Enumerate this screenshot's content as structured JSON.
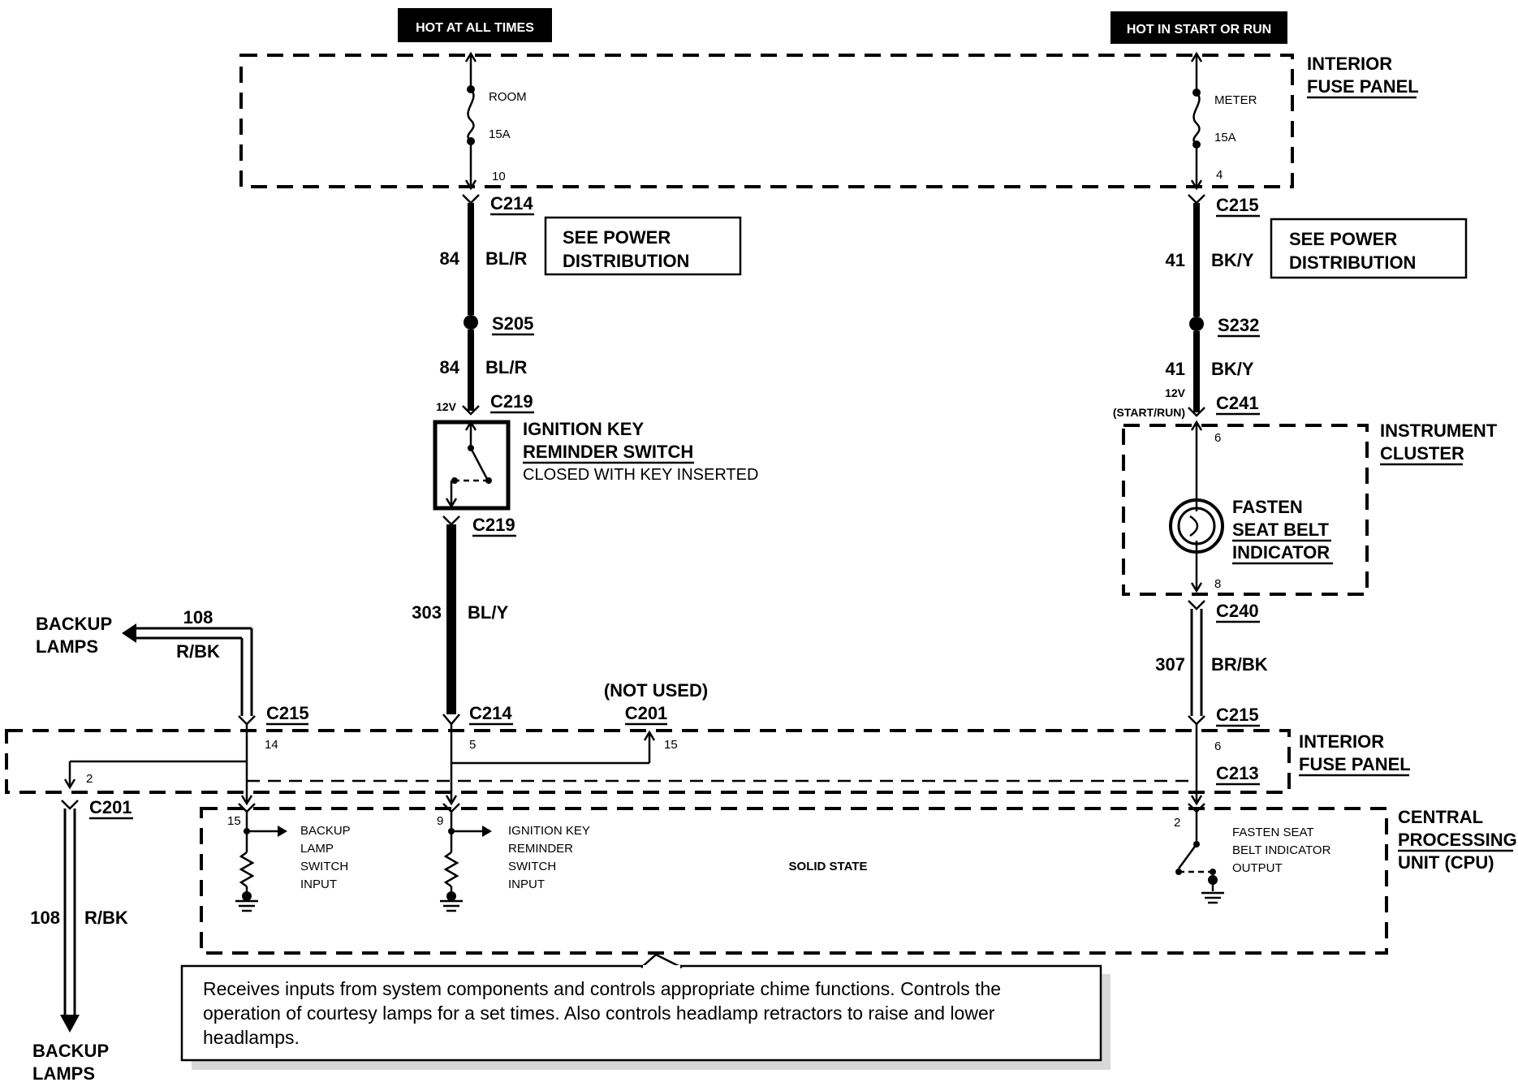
{
  "header": {
    "left_tag": "HOT AT ALL TIMES",
    "right_tag": "HOT IN START OR RUN"
  },
  "top_fuse_panel": {
    "title_1": "INTERIOR",
    "title_2": "FUSE PANEL",
    "left_fuse": {
      "name": "ROOM",
      "rating": "15A",
      "pin": "10"
    },
    "right_fuse": {
      "name": "METER",
      "rating": "15A",
      "pin": "4"
    }
  },
  "left_circuit": {
    "c214_top": "C214",
    "wire_84_a": "84",
    "color_bl_r_a": "BL/R",
    "see_power_1": "SEE POWER",
    "see_power_2": "DISTRIBUTION",
    "splice": "S205",
    "wire_84_b": "84",
    "color_bl_r_b": "BL/R",
    "volt": "12V",
    "c219_top": "C219",
    "switch_title_1": "IGNITION KEY",
    "switch_title_2": "REMINDER SWITCH",
    "switch_note": "CLOSED WITH KEY INSERTED",
    "c219_bottom": "C219",
    "wire_303": "303",
    "color_bl_y": "BL/Y",
    "c214_bottom": "C214",
    "pin_5": "5"
  },
  "right_circuit": {
    "c215_top": "C215",
    "wire_41_a": "41",
    "color_bk_y_a": "BK/Y",
    "see_power_1": "SEE POWER",
    "see_power_2": "DISTRIBUTION",
    "splice": "S232",
    "wire_41_b": "41",
    "color_bk_y_b": "BK/Y",
    "volt": "12V",
    "volt_note": "(START/RUN)",
    "c241": "C241",
    "cluster_title_1": "INSTRUMENT",
    "cluster_title_2": "CLUSTER",
    "pin_6_top": "6",
    "indicator_1": "FASTEN",
    "indicator_2": "SEAT BELT",
    "indicator_3": "INDICATOR",
    "pin_8": "8",
    "c240": "C240",
    "wire_307": "307",
    "color_br_bk": "BR/BK",
    "c215_bottom": "C215",
    "pin_6_bottom": "6",
    "c213": "C213"
  },
  "backup_circuit": {
    "backup_1": "BACKUP",
    "backup_2": "LAMPS",
    "wire_108_top": "108",
    "color_r_bk_top": "R/BK",
    "c215": "C215",
    "pin_14": "14",
    "pin_2": "2",
    "c201": "C201",
    "wire_108_bottom": "108",
    "color_r_bk_bottom": "R/BK",
    "backup_bottom_1": "BACKUP",
    "backup_bottom_2": "LAMPS"
  },
  "not_used": {
    "label": "(NOT USED)",
    "connector": "C201",
    "pin": "15"
  },
  "bottom_fuse_panel": {
    "title_1": "INTERIOR",
    "title_2": "FUSE PANEL"
  },
  "cpu": {
    "title_1": "CENTRAL",
    "title_2": "PROCESSING",
    "title_3": "UNIT (CPU)",
    "solid_state": "SOLID STATE",
    "pin_15": "15",
    "pin_9": "9",
    "pin_2": "2",
    "backup_input": [
      "BACKUP",
      "LAMP",
      "SWITCH",
      "INPUT"
    ],
    "ignition_input": [
      "IGNITION KEY",
      "REMINDER",
      "SWITCH",
      "INPUT"
    ],
    "seat_belt_output": [
      "FASTEN SEAT",
      "BELT INDICATOR",
      "OUTPUT"
    ]
  },
  "note": {
    "line_1": "Receives inputs from system components and controls appropriate chime functions. Controls the",
    "line_2": "operation of courtesy lamps for a set times.  Also controls headlamp retractors to raise and lower",
    "line_3": "headlamps."
  }
}
